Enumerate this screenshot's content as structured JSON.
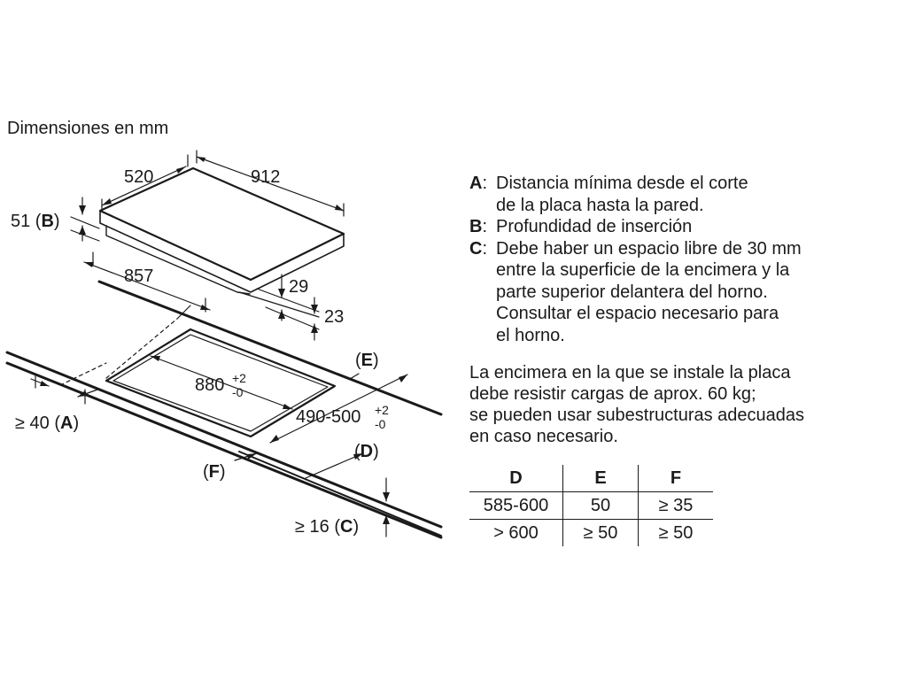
{
  "title": "Dimensiones en mm",
  "diagram": {
    "dim_520": "520",
    "dim_912": "912",
    "dim_51": "51 (",
    "dim_51_letter": "B",
    "dim_51_close": ")",
    "dim_857": "857",
    "dim_29": "29",
    "dim_23": "23",
    "label_E_open": "(",
    "label_E": "E",
    "label_E_close": ")",
    "cut_880": "880",
    "cut_880_plus": "+2",
    "cut_880_minus": "-0",
    "cut_490": "490-500",
    "cut_490_plus": "+2",
    "cut_490_minus": "-0",
    "label_A_pre": "≥ 40 (",
    "label_A": "A",
    "label_A_close": ")",
    "label_D_open": "(",
    "label_D": "D",
    "label_D_close": ")",
    "label_F_open": "(",
    "label_F": "F",
    "label_F_close": ")",
    "label_C_pre": "≥ 16 (",
    "label_C": "C",
    "label_C_close": ")"
  },
  "legend": [
    {
      "key": "A",
      "lines": [
        "Distancia mínima desde el corte",
        "de la placa hasta la pared."
      ]
    },
    {
      "key": "B",
      "lines": [
        "Profundidad de inserción"
      ]
    },
    {
      "key": "C",
      "lines": [
        "Debe haber un espacio libre de 30 mm",
        "entre la superficie de la encimera y la",
        "parte superior delantera del horno.",
        "Consultar el espacio necesario para",
        "el horno."
      ]
    }
  ],
  "note_lines": [
    "La encimera en la que se instale la placa",
    "debe resistir cargas de aprox. 60 kg;",
    "se pueden usar subestructuras adecuadas",
    "en caso necesario."
  ],
  "table": {
    "headers": [
      "D",
      "E",
      "F"
    ],
    "rows": [
      [
        "585-600",
        "50",
        "≥ 35"
      ],
      [
        "> 600",
        "≥ 50",
        "≥ 50"
      ]
    ]
  }
}
